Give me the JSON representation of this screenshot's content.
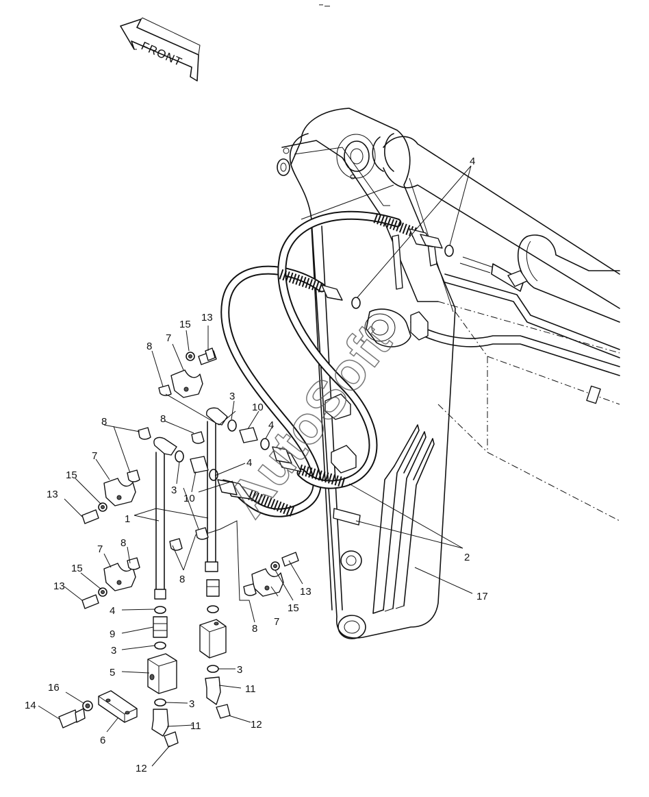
{
  "front_arrow_label": "FRONT",
  "watermark": "AutoSoft",
  "callouts": {
    "c4_top": "4",
    "c15_a": "15",
    "c13_a": "13",
    "c7_a": "7",
    "c8_a": "8",
    "c3_a": "3",
    "c10_a": "10",
    "c4_b": "4",
    "c8_b": "8",
    "c8_c": "8",
    "c4_c": "4",
    "c7_b": "7",
    "c15_b": "15",
    "c13_b": "13",
    "c3_b": "3",
    "c10_b": "10",
    "c1": "1",
    "c8_d": "8",
    "c7_c": "7",
    "c8_e": "8",
    "c15_c": "15",
    "c13_c": "13",
    "c4_d": "4",
    "c9": "9",
    "c3_c": "3",
    "c5": "5",
    "c3_d": "3",
    "c16": "16",
    "c14": "14",
    "c6": "6",
    "c11_a": "11",
    "c12_a": "12",
    "c3_e": "3",
    "c11_b": "11",
    "c12_b": "12",
    "c13_d": "13",
    "c15_d": "15",
    "c7_d": "7",
    "c8_f": "8",
    "c2": "2",
    "c17": "17"
  }
}
